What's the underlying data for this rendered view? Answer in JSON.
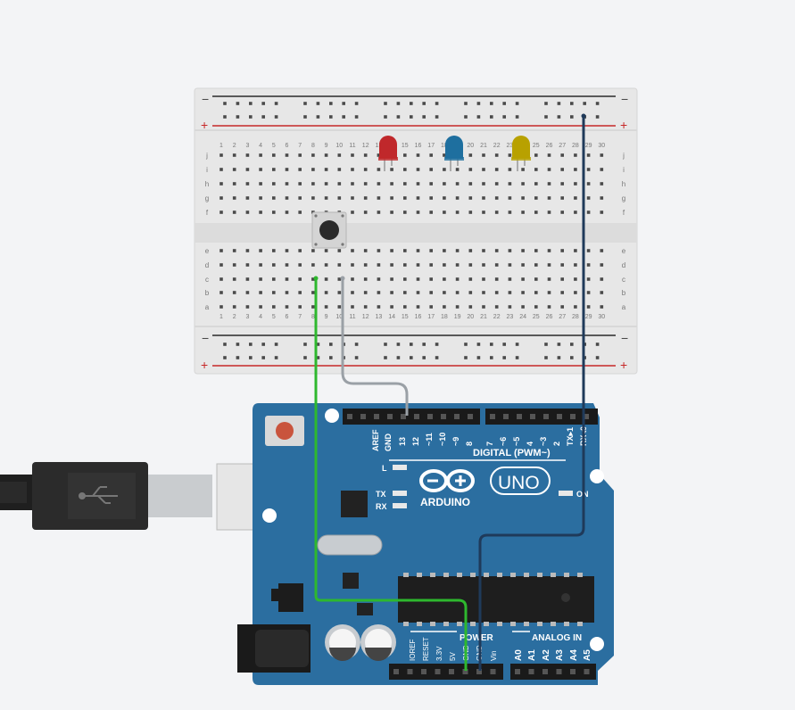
{
  "breadboard": {
    "rail_minus": "−",
    "rail_plus": "+",
    "top_row_letters": [
      "j",
      "i",
      "h",
      "g",
      "f"
    ],
    "bottom_row_letters": [
      "e",
      "d",
      "c",
      "b",
      "a"
    ],
    "column_numbers": [
      "1",
      "2",
      "3",
      "4",
      "5",
      "6",
      "7",
      "8",
      "9",
      "10",
      "11",
      "12",
      "13",
      "14",
      "15",
      "16",
      "17",
      "18",
      "19",
      "20",
      "21",
      "22",
      "23",
      "24",
      "25",
      "26",
      "27",
      "28",
      "29",
      "30"
    ]
  },
  "components": {
    "leds": [
      {
        "name": "red-led",
        "color": "#c0282b"
      },
      {
        "name": "blue-led",
        "color": "#1e6f9f"
      },
      {
        "name": "yellow-led",
        "color": "#b8a100"
      }
    ],
    "button": {
      "name": "pushbutton"
    }
  },
  "wires": {
    "green": "#2eb82e",
    "gray": "#9aa0a6",
    "navy": "#1f3a5a"
  },
  "arduino": {
    "board_color": "#2b6ea0",
    "logo_text": "ARDUINO",
    "model": "UNO",
    "digital_header": "DIGITAL (PWM~)",
    "digital_pins": [
      "AREF",
      "GND",
      "13",
      "12",
      "~11",
      "~10",
      "~9",
      "8",
      "7",
      "~6",
      "~5",
      "4",
      "~3",
      "2",
      "TX▸1",
      "RX◂0"
    ],
    "led_l": "L",
    "led_tx": "TX",
    "led_rx": "RX",
    "on_label": "ON",
    "power_header": "POWER",
    "power_pins": [
      "IOREF",
      "RESET",
      "3.3V",
      "5V",
      "GND",
      "GND",
      "Vin"
    ],
    "analog_header": "ANALOG IN",
    "analog_pins": [
      "A0",
      "A1",
      "A2",
      "A3",
      "A4",
      "A5"
    ]
  }
}
